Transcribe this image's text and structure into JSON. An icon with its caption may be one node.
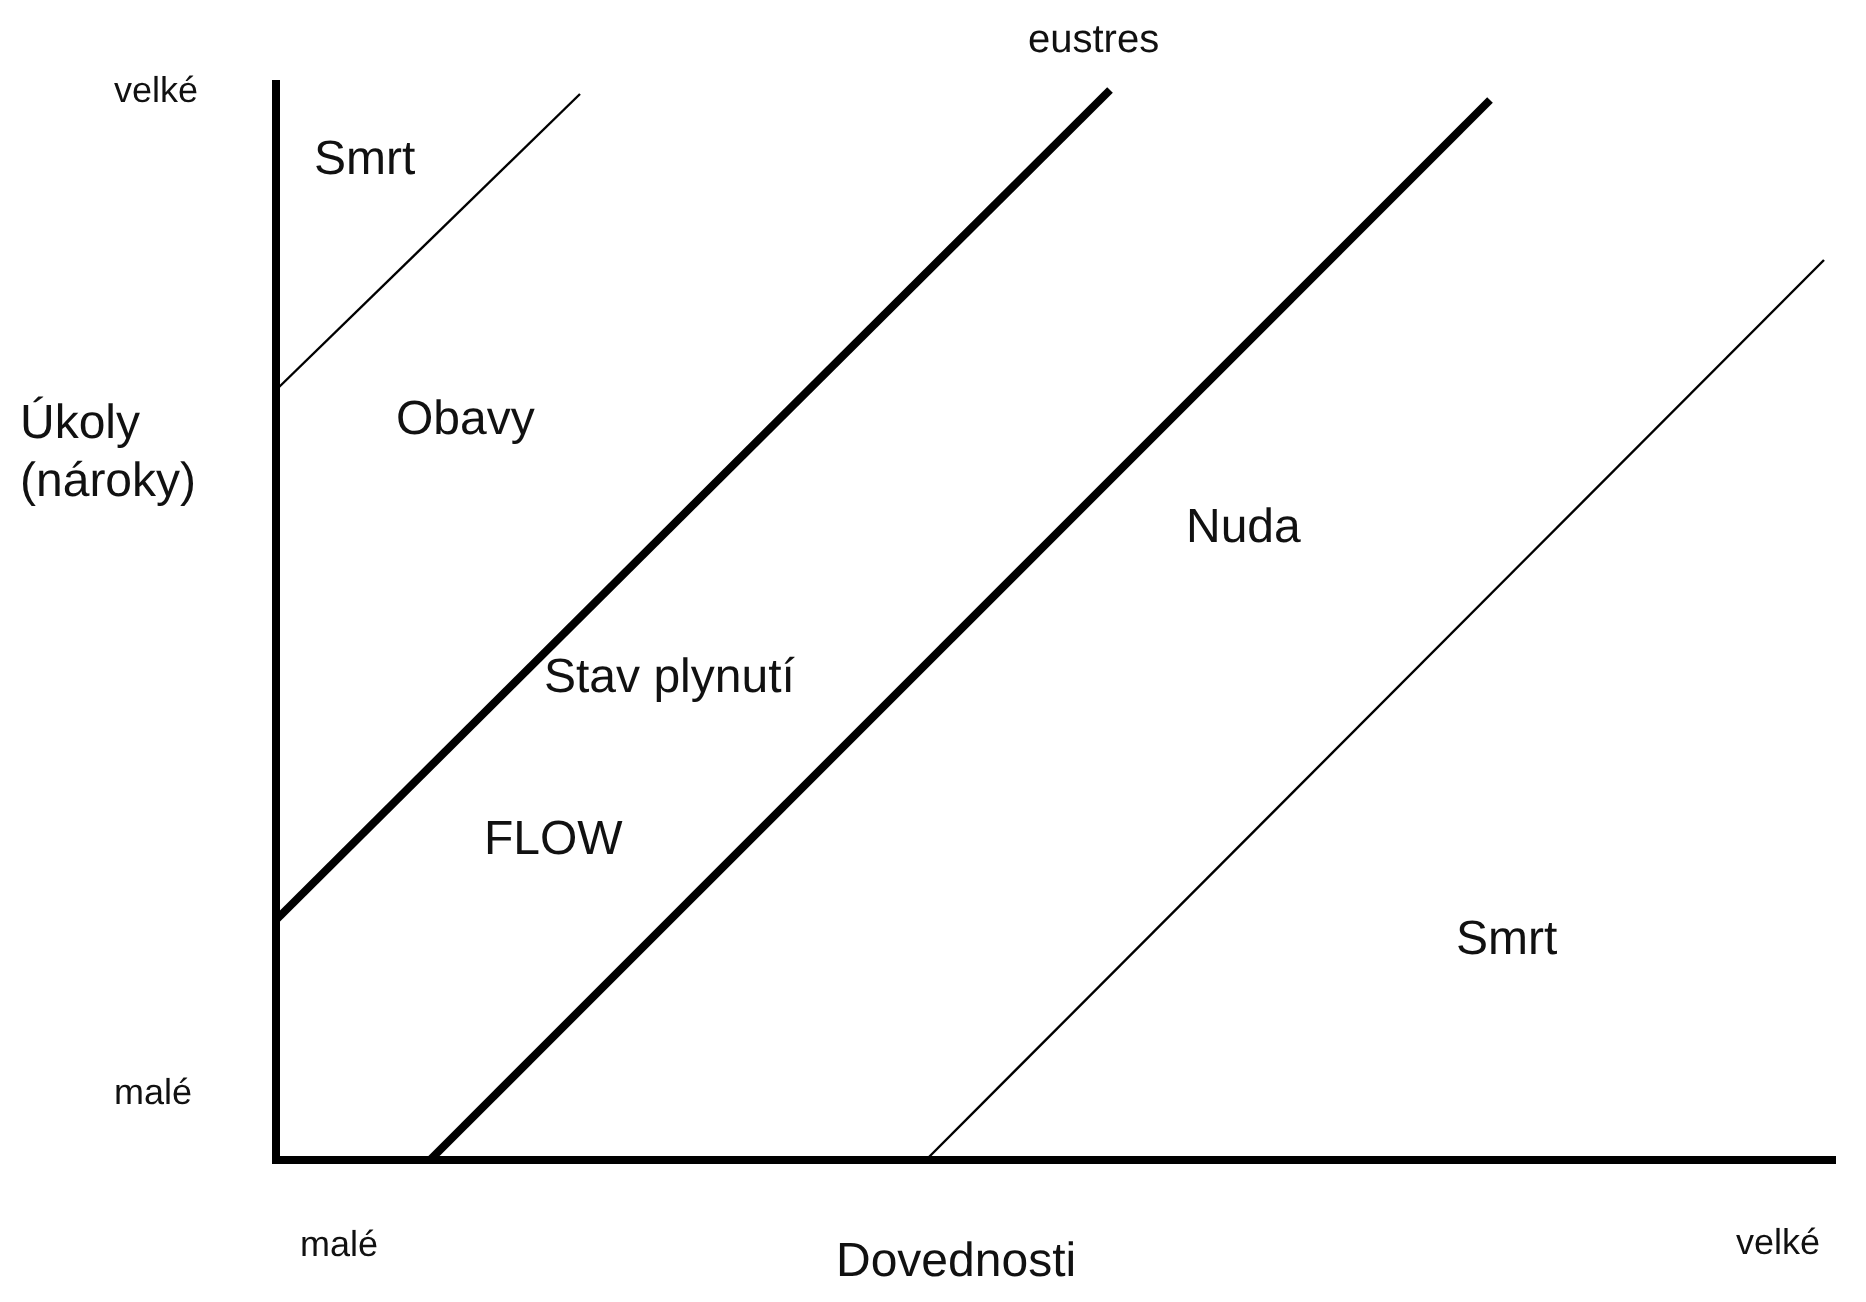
{
  "diagram": {
    "labels": [
      "eustres",
      "velké",
      "Smrt",
      "Obavy",
      "Úkoly (nároky)",
      "Nuda",
      "Stav plynutí",
      "FLOW",
      "Smrt",
      "malé",
      "malé",
      "Dovednosti",
      "velké"
    ]
  }
}
